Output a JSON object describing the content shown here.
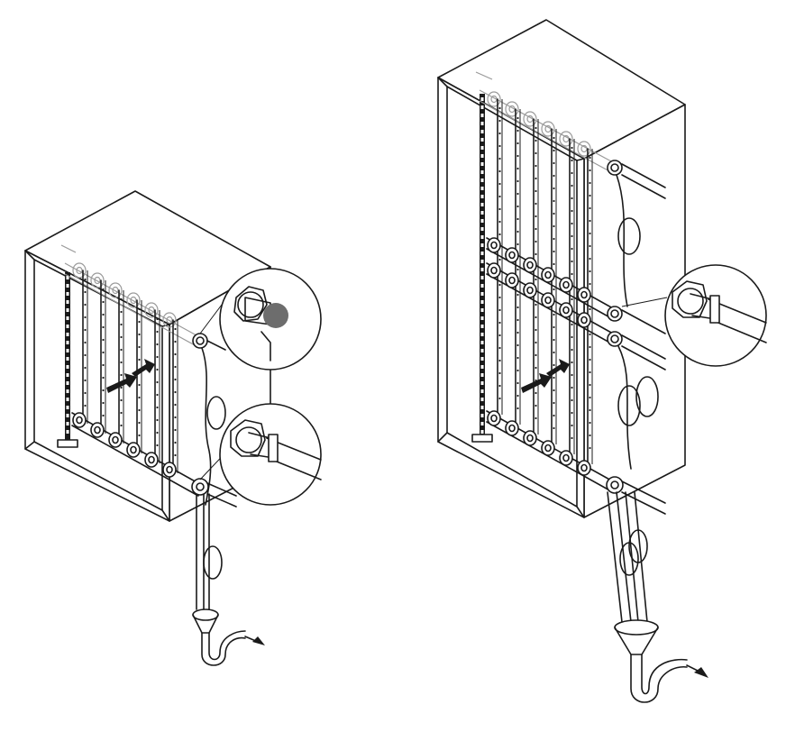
{
  "figure": {
    "colors": {
      "line": "#1a1a1a",
      "faded": "#9a9a9a",
      "cap": "#6d6d6d",
      "background": "#ffffff"
    },
    "units": [
      {
        "id": "small",
        "tubes": 6,
        "headers": 2,
        "details": [
          "end-cap",
          "clamp-connector"
        ]
      },
      {
        "id": "large",
        "tubes": 6,
        "headers": 3,
        "details": [
          "clamp-connector"
        ]
      }
    ]
  }
}
